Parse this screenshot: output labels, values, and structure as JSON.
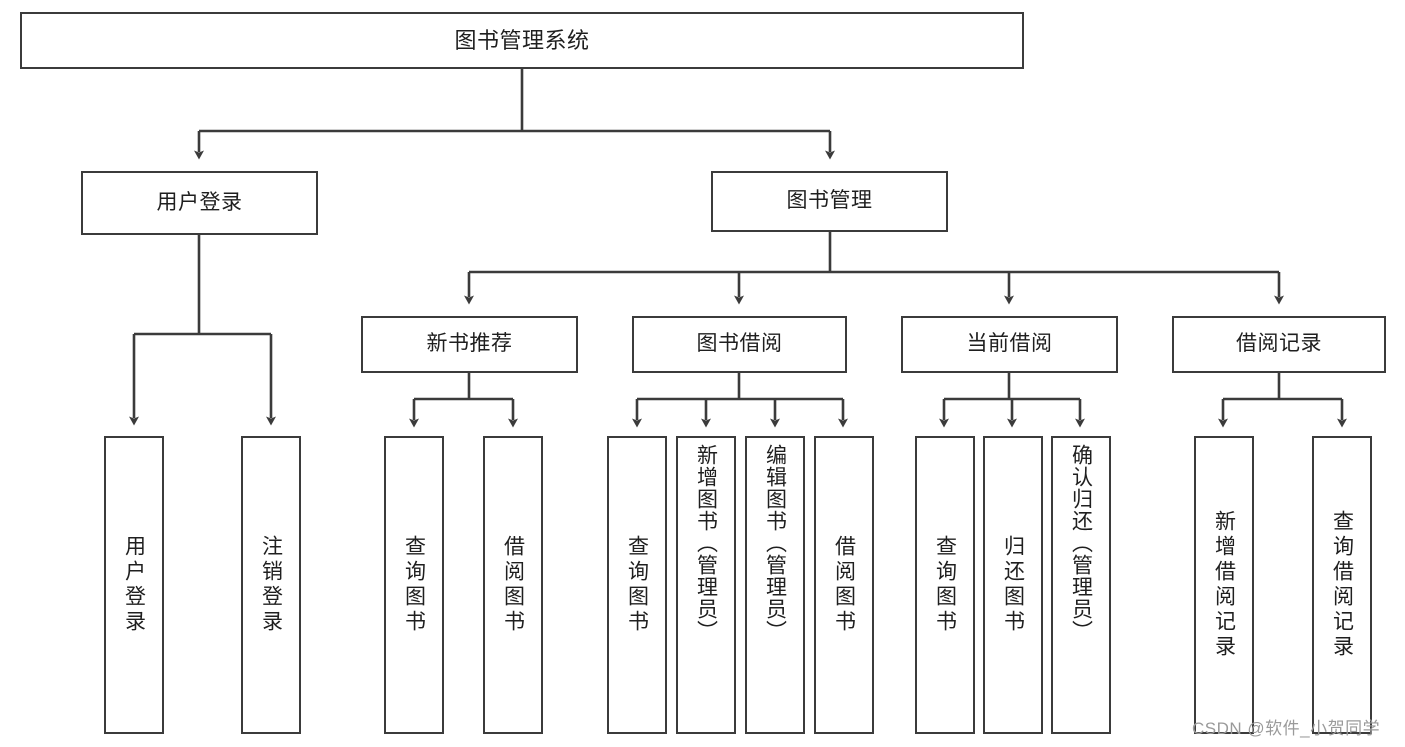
{
  "diagram": {
    "type": "hierarchy-tree",
    "title": "图书管理系统",
    "orientation": "top-down",
    "levels": 4,
    "root": {
      "id": "root",
      "label": "图书管理系统"
    },
    "level2": [
      {
        "id": "user-login",
        "label": "用户登录"
      },
      {
        "id": "book-management",
        "label": "图书管理"
      }
    ],
    "level3": [
      {
        "id": "new-book-recommend",
        "label": "新书推荐",
        "parent": "book-management"
      },
      {
        "id": "book-borrow",
        "label": "图书借阅",
        "parent": "book-management"
      },
      {
        "id": "current-borrow",
        "label": "当前借阅",
        "parent": "book-management"
      },
      {
        "id": "borrow-record",
        "label": "借阅记录",
        "parent": "book-management"
      }
    ],
    "leaves": {
      "user-login": [
        {
          "id": "leaf-user-login",
          "label": "用户登录"
        },
        {
          "id": "leaf-logout-login",
          "label": "注销登录"
        }
      ],
      "new-book-recommend": [
        {
          "id": "leaf-query-book-1",
          "label": "查询图书"
        },
        {
          "id": "leaf-borrow-book-1",
          "label": "借阅图书"
        }
      ],
      "book-borrow": [
        {
          "id": "leaf-query-book-2",
          "label": "查询图书"
        },
        {
          "id": "leaf-add-book",
          "label": "新增图书（管理员）"
        },
        {
          "id": "leaf-edit-book",
          "label": "编辑图书（管理员）"
        },
        {
          "id": "leaf-borrow-book-2",
          "label": "借阅图书"
        }
      ],
      "current-borrow": [
        {
          "id": "leaf-query-book-3",
          "label": "查询图书"
        },
        {
          "id": "leaf-return-book",
          "label": "归还图书"
        },
        {
          "id": "leaf-confirm-return",
          "label": "确认归还（管理员）"
        }
      ],
      "borrow-record": [
        {
          "id": "leaf-add-record",
          "label": "新增借阅记录"
        },
        {
          "id": "leaf-query-record",
          "label": "查询借阅记录"
        }
      ]
    },
    "colors": {
      "background": "#ffffff",
      "box_border": "#3b3b3b",
      "box_fill": "#ffffff",
      "connector": "#3b3b3b",
      "text": "#1f1f1f",
      "watermark": "#9a9a9a"
    }
  },
  "watermark": {
    "text": "CSDN @软件_小贺同学"
  }
}
